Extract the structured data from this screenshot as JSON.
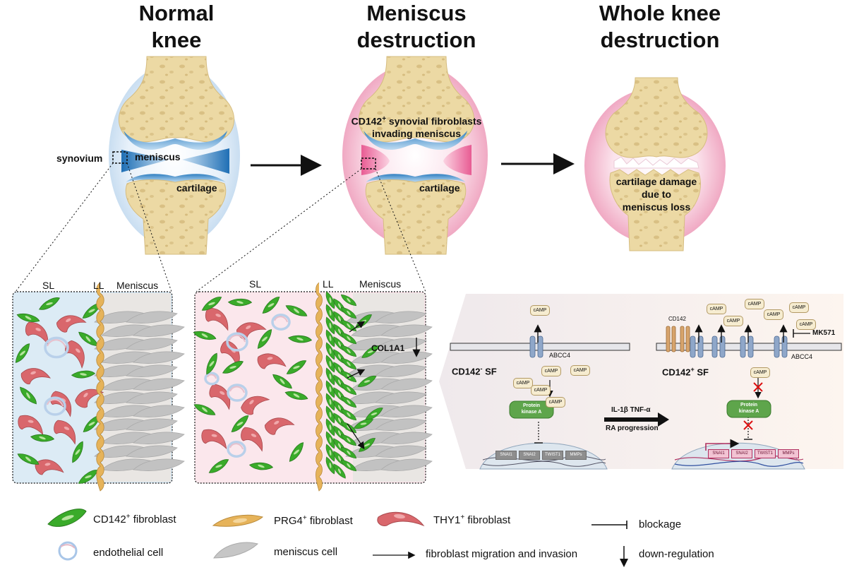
{
  "titles": {
    "normal": [
      "Normal",
      "knee"
    ],
    "meniscus": [
      "Meniscus",
      "destruction"
    ],
    "whole": [
      "Whole knee",
      "destruction"
    ]
  },
  "knee_labels": {
    "synovium": "synovium",
    "meniscus": "meniscus",
    "cartilage_1": "cartilage",
    "invading": [
      "CD142",
      "+",
      " synovial fibroblasts",
      "invading meniscus"
    ],
    "cartilage_2": "cartilage",
    "damage": [
      "cartilage damage",
      "due to",
      "meniscus loss"
    ]
  },
  "panel1": {
    "sl": "SL",
    "ll": "LL",
    "meniscus": "Meniscus"
  },
  "panel2": {
    "sl": "SL",
    "ll": "LL",
    "meniscus": "Meniscus",
    "col1a1": "COL1A1"
  },
  "mechanism": {
    "left_cell": {
      "name": "CD142",
      "sign": "-",
      "suffix": " SF"
    },
    "right_cell": {
      "name": "CD142",
      "sign": "+",
      "suffix": " SF"
    },
    "camp": "cAMP",
    "abcc4": "ABCC4",
    "cd142": "CD142",
    "mk571": "MK571",
    "pka": [
      "Protein",
      "kinase A"
    ],
    "genes": [
      "SNAI1",
      "SNAI2",
      "TWIST1",
      "MMPs"
    ],
    "arrow_top": "IL-1β  TNF-α",
    "arrow_bottom": "RA progression"
  },
  "legend": {
    "cd142_fib": [
      "CD142",
      "+",
      " fibroblast"
    ],
    "prg4_fib": [
      "PRG4",
      "+",
      " fibroblast"
    ],
    "thy1_fib": [
      "THY1",
      "+",
      " fibroblast"
    ],
    "blockage": "blockage",
    "endothelial": "endothelial cell",
    "meniscus_cell": "meniscus cell",
    "migration": "fibroblast migration and invasion",
    "downreg": "down-regulation"
  },
  "colors": {
    "bone": "#ecd9a4",
    "bone_spot": "#ddc486",
    "synovium_blue": "#dbe9f7",
    "cartilage_blue": "#3b8fcf",
    "synovium_pink": "#f4b9cf",
    "cd142_green": "#3aab2a",
    "prg4_orange": "#e6b35a",
    "thy1_red": "#d9676c",
    "meniscus_gray": "#b9b9b9",
    "panel_blue": "#dcebf5",
    "panel_pink": "#fbe7ec"
  }
}
